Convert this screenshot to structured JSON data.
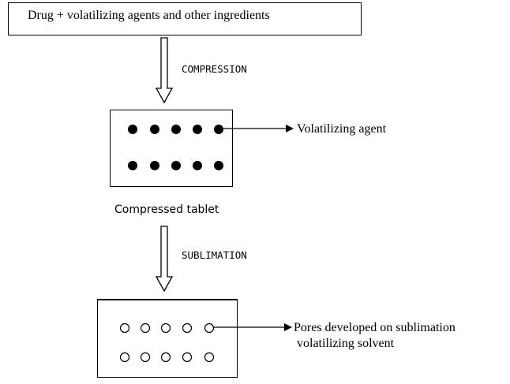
{
  "diagram": {
    "start_box_label": "Drug + volatilizing agents and other ingredients",
    "step1_label": "COMPRESSION",
    "tablet_caption": "Compressed tablet",
    "volatilizing_agent_label": "Volatilizing agent",
    "step2_label": "SUBLIMATION",
    "pores_label_line1": "Pores developed on sublimation",
    "pores_label_line2": "volatilizing solvent"
  }
}
